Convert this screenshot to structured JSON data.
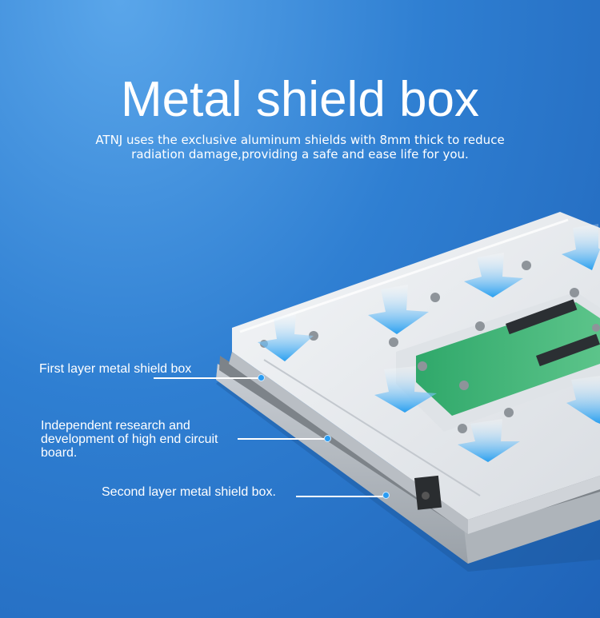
{
  "header": {
    "title": "Metal shield box",
    "subtitle_line1": "ATNJ uses the exclusive aluminum shields with 8mm thick to reduce",
    "subtitle_line2": "radiation damage,providing a safe and ease life for you."
  },
  "callouts": {
    "first_layer": "First layer metal shield box",
    "circuit_line1": "Independent research and",
    "circuit_line2": "development of high end circuit",
    "circuit_line3": "board.",
    "second_layer": "Second layer metal shield box."
  },
  "colors": {
    "background": "#2f7fd2",
    "arrow": "#3aa6f5",
    "leader_dot": "#2a9cf2"
  }
}
